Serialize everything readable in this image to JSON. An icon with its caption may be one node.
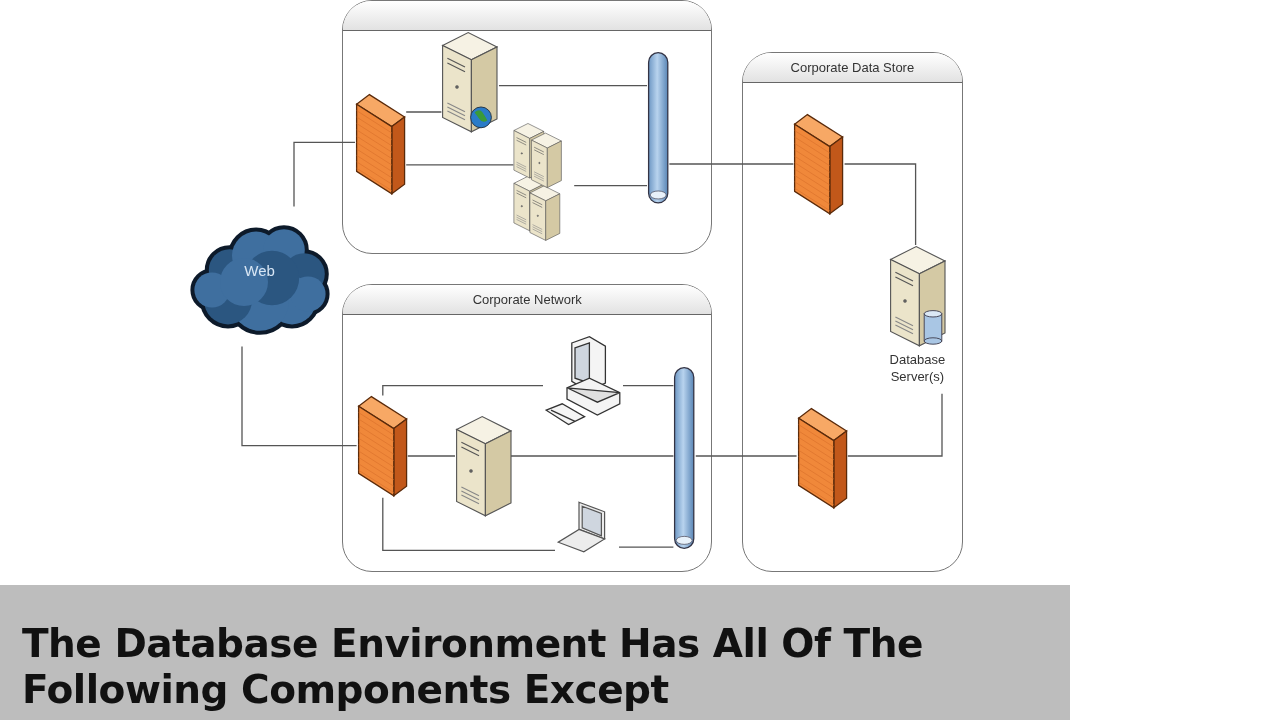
{
  "diagram": {
    "title": "The Database Environment Has All Of The Following Components Except",
    "nodes": [
      {
        "text": [],
        "shape": "box"
      },
      {
        "text": [],
        "shape": "picture",
        "in": 0
      },
      {
        "text": [],
        "shape": "picture",
        "in": 0
      },
      {
        "text": [],
        "shape": "picture",
        "in": 0
      },
      {
        "text": [],
        "shape": "cylinder",
        "in": 0
      },
      {
        "text": [
          "Corporate Network"
        ]
      },
      {
        "text": [],
        "shape": "picture",
        "in": 5
      },
      {
        "text": [],
        "shape": "picture",
        "in": 5
      },
      {
        "text": [],
        "shape": "picture",
        "in": 5
      },
      {
        "text": [],
        "shape": "picture",
        "in": 5
      },
      {
        "text": [],
        "shape": "cylinder",
        "in": 5
      },
      {
        "text": [
          "Corporate Data Store"
        ]
      },
      {
        "text": [],
        "shape": "picture",
        "in": 11
      },
      {
        "text": [
          "Database Server(s)"
        ],
        "in": 11
      },
      {
        "text": [],
        "shape": "picture",
        "in": 11
      },
      {
        "text": [
          "Web"
        ]
      }
    ],
    "edges": [
      {
        "from": 15,
        "to": 1,
        "arrow": "none"
      },
      {
        "from": 1,
        "to": 2,
        "arrow": "none"
      },
      {
        "from": 1,
        "to": 3,
        "arrow": "none"
      },
      {
        "from": 2,
        "to": 4,
        "arrow": "none"
      },
      {
        "from": 3,
        "to": 4,
        "arrow": "none"
      },
      {
        "from": 4,
        "to": 12,
        "arrow": "none"
      },
      {
        "from": 12,
        "to": 13,
        "arrow": "none"
      },
      {
        "from": 15,
        "to": 6,
        "arrow": "none"
      },
      {
        "from": 6,
        "to": 7,
        "arrow": "none"
      },
      {
        "from": 7,
        "to": 10,
        "arrow": "none"
      },
      {
        "from": 6,
        "to": 8,
        "arrow": "none"
      },
      {
        "from": 8,
        "to": 10,
        "arrow": "none"
      },
      {
        "from": 10,
        "to": 14,
        "arrow": "none"
      },
      {
        "from": 14,
        "to": 13,
        "arrow": "none"
      },
      {
        "from": 6,
        "to": 9,
        "arrow": "none"
      },
      {
        "from": 9,
        "to": 10,
        "arrow": "none"
      }
    ]
  }
}
